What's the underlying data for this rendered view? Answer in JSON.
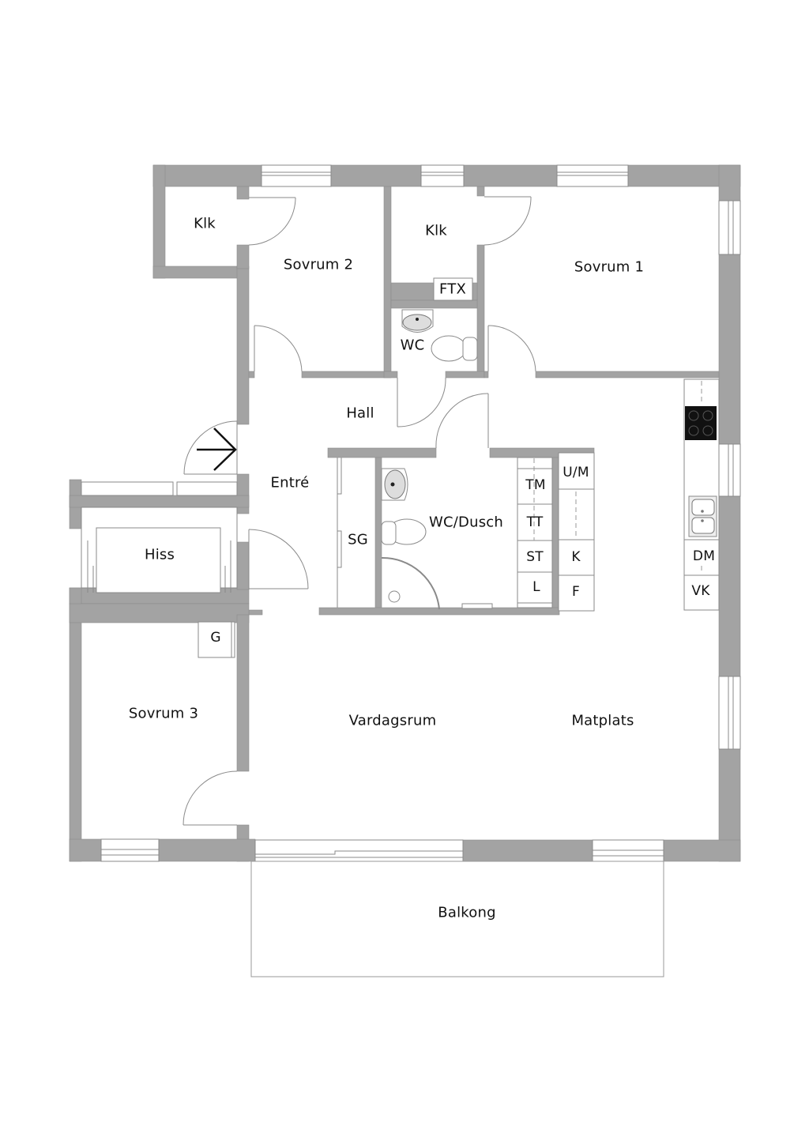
{
  "plan": {
    "wall_color": "#a3a3a3",
    "line_color": "#8a8a8a",
    "rooms": {
      "klk_left": "Klk",
      "sovrum2": "Sovrum 2",
      "klk_mid": "Klk",
      "ftx": "FTX",
      "sovrum1": "Sovrum 1",
      "wc": "WC",
      "hall": "Hall",
      "entre": "Entré",
      "hiss": "Hiss",
      "sg": "SG",
      "wc_dusch": "WC/Dusch",
      "sovrum3": "Sovrum 3",
      "vardagsrum": "Vardagsrum",
      "matplats": "Matplats",
      "balkong": "Balkong",
      "g": "G"
    },
    "laundry": {
      "tm": "TM",
      "tt": "TT",
      "st": "ST",
      "l": "L"
    },
    "kitchen": {
      "um": "U/M",
      "k": "K",
      "f": "F",
      "dm": "DM",
      "vk": "VK"
    },
    "icons": [
      "entrance-arrow-icon",
      "stove-icon",
      "sink-icon",
      "toilet-icon",
      "washbasin-icon",
      "floor-drain-icon"
    ]
  }
}
